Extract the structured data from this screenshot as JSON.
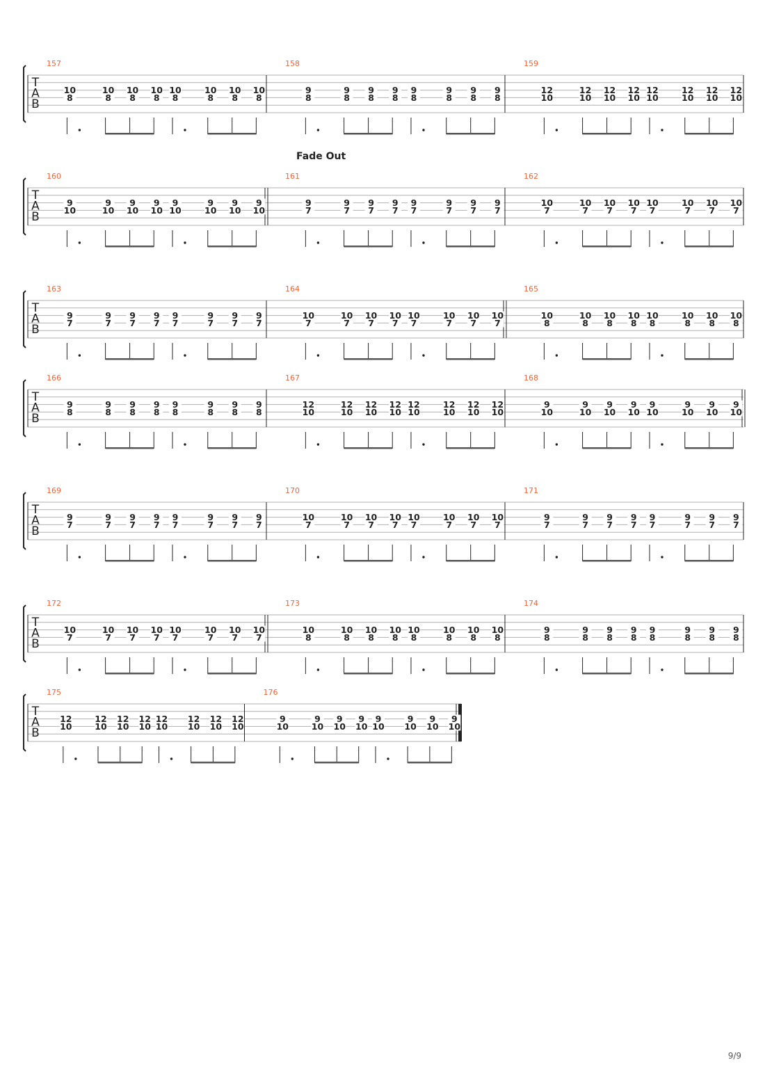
{
  "annotation": "Fade Out",
  "page_number": "9/9",
  "tab_letters": [
    "T",
    "A",
    "B"
  ],
  "colors": {
    "measure_number": "#e8663c",
    "ink": "#222222",
    "staff_line": "#b0b0b0"
  },
  "systems": [
    {
      "measures": [
        {
          "number": "157",
          "top": "10",
          "bottom": "8"
        },
        {
          "number": "158",
          "top": "9",
          "bottom": "8"
        },
        {
          "number": "159",
          "top": "12",
          "bottom": "10"
        }
      ]
    },
    {
      "annotation_above": true,
      "measures": [
        {
          "number": "160",
          "top": "9",
          "bottom": "10",
          "barline_after": "double"
        },
        {
          "number": "161",
          "top": "9",
          "bottom": "7"
        },
        {
          "number": "162",
          "top": "10",
          "bottom": "7"
        }
      ]
    },
    {
      "measures": [
        {
          "number": "163",
          "top": "9",
          "bottom": "7"
        },
        {
          "number": "164",
          "top": "10",
          "bottom": "7",
          "barline_after": "double"
        },
        {
          "number": "165",
          "top": "10",
          "bottom": "8"
        }
      ]
    },
    {
      "measures": [
        {
          "number": "166",
          "top": "9",
          "bottom": "8"
        },
        {
          "number": "167",
          "top": "12",
          "bottom": "10"
        },
        {
          "number": "168",
          "top": "9",
          "bottom": "10",
          "barline_after": "double"
        }
      ]
    },
    {
      "measures": [
        {
          "number": "169",
          "top": "9",
          "bottom": "7"
        },
        {
          "number": "170",
          "top": "10",
          "bottom": "7"
        },
        {
          "number": "171",
          "top": "9",
          "bottom": "7"
        }
      ]
    },
    {
      "measures": [
        {
          "number": "172",
          "top": "10",
          "bottom": "7",
          "barline_after": "double"
        },
        {
          "number": "173",
          "top": "10",
          "bottom": "8"
        },
        {
          "number": "174",
          "top": "9",
          "bottom": "8"
        }
      ]
    },
    {
      "final": true,
      "measures": [
        {
          "number": "175",
          "top": "12",
          "bottom": "10"
        },
        {
          "number": "176",
          "top": "9",
          "bottom": "10",
          "barline_after": "final"
        }
      ]
    }
  ]
}
